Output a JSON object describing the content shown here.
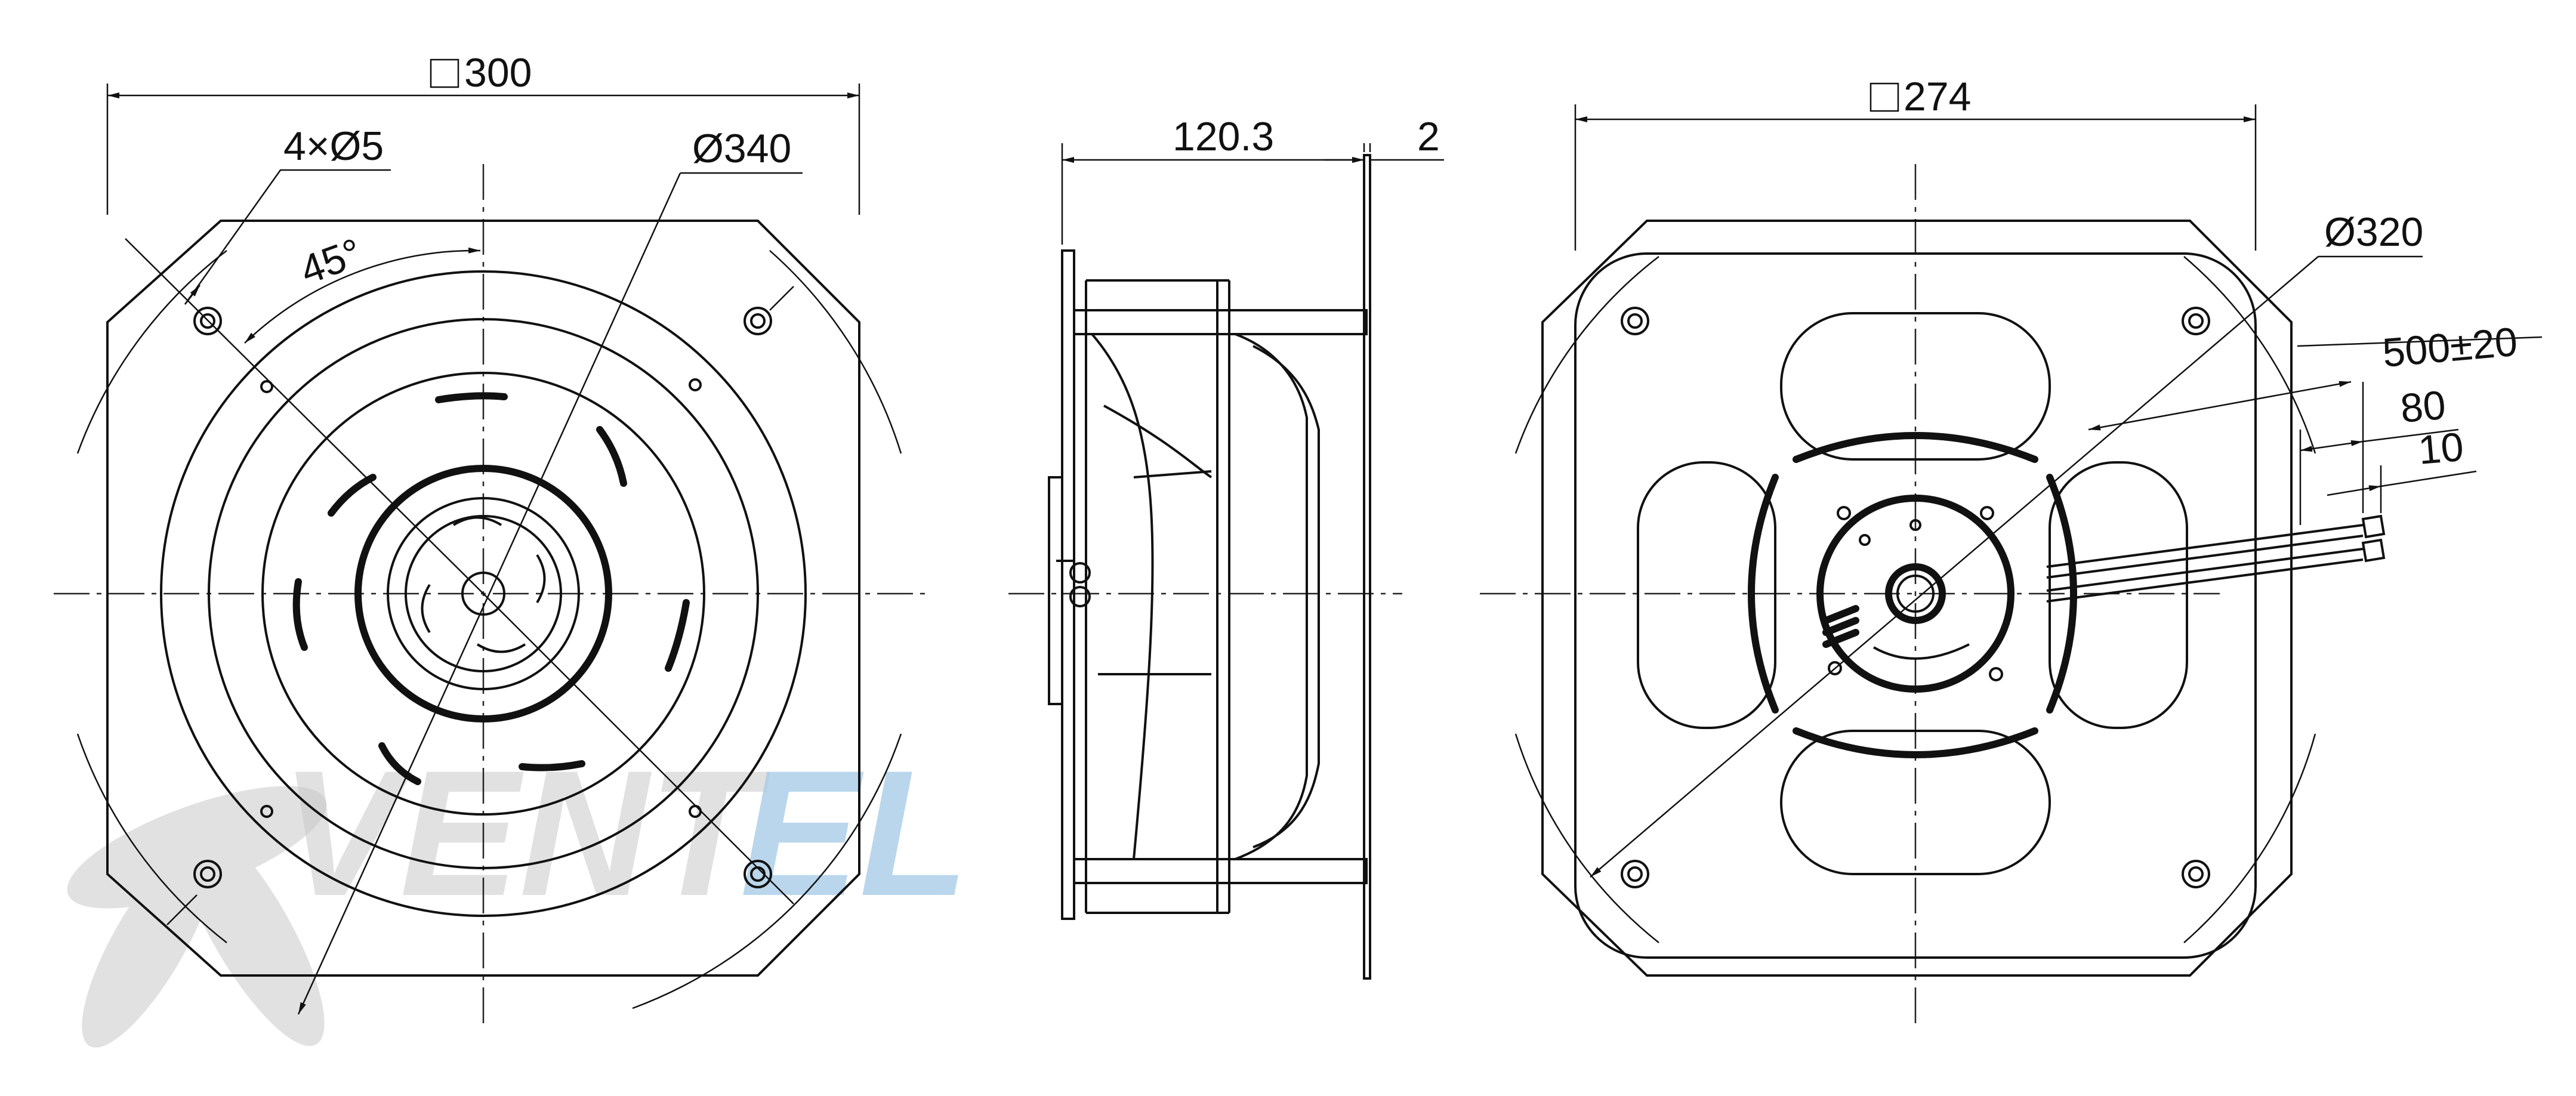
{
  "front_view": {
    "square_size": "300",
    "holes": "4×Ø5",
    "diameter": "Ø340",
    "angle": "45°"
  },
  "side_view": {
    "depth": "120.3",
    "flange": "2"
  },
  "rear_view": {
    "square_size": "274",
    "diameter": "Ø320",
    "cable_length": "500±20",
    "strip_length": "80",
    "wire_strip": "10"
  },
  "watermark": {
    "text_grey": "VENT",
    "text_blue": "EL",
    "grey_color": "#c9c9c9",
    "blue_color": "#a9cde8"
  }
}
